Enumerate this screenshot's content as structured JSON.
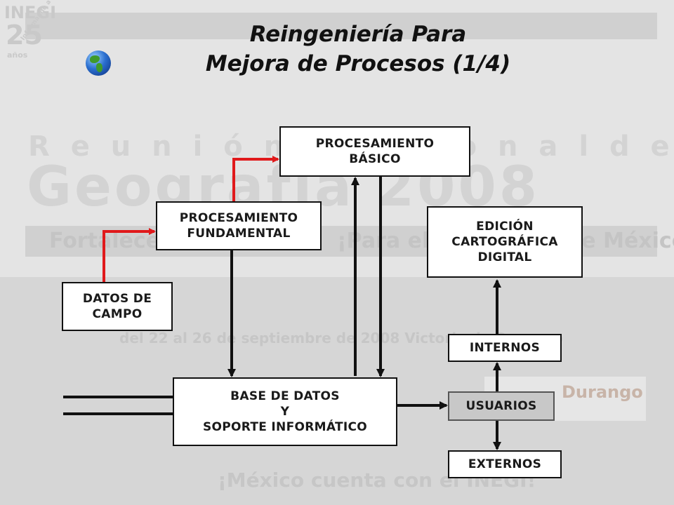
{
  "header": {
    "logo_text": "INEGI",
    "logo_number": "25",
    "logo_anos": "años",
    "logo_tagline": "Informando a México",
    "title_line1": "Reingeniería Para",
    "title_line2": "Mejora de Procesos (1/4)"
  },
  "background": {
    "event_line1": "R e u n i ó n   N a c i o n a l   d e",
    "event_line2": "Geografía 2008",
    "slogan_left": "Fortalecer",
    "slogan_right": "¡Para el Desarrollo de México!",
    "dates": "del 22 al 26 de septiembre de 2008  Victoria de Durango",
    "footer": "¡México cuenta con el INEGI!",
    "sponsor": "Durango"
  },
  "diagram": {
    "procesamiento_basico": "PROCESAMIENTO\nBÁSICO",
    "procesamiento_fundamental": "PROCESAMIENTO\nFUNDAMENTAL",
    "datos_campo": "DATOS DE\nCAMPO",
    "edicion": "EDICIÓN\nCARTOGRÁFICA\nDIGITAL",
    "internos": "INTERNOS",
    "base_datos": "BASE DE DATOS\nY\nSOPORTE INFORMÁTICO",
    "usuarios": "USUARIOS",
    "externos": "EXTERNOS"
  },
  "colors": {
    "flow_red": "#e0191b",
    "flow_black": "#111111",
    "usuarios_fill": "#c8c8c8"
  }
}
